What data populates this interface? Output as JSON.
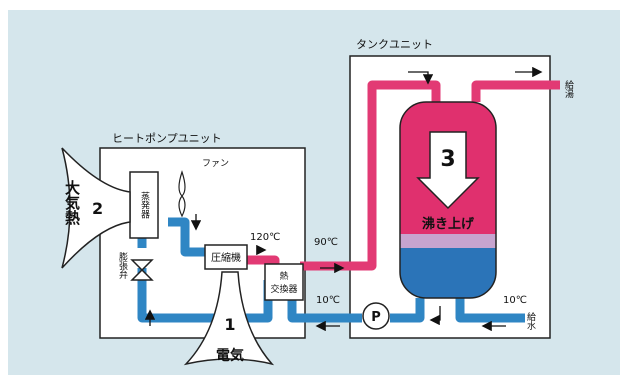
{
  "colors": {
    "frame_bg": "#ffffff",
    "panel_bg": "#d5e6ec",
    "hot_pipe": "#e23a74",
    "cold_pipe": "#2f86c4",
    "tank_hot": "#e0306e",
    "tank_mid": "#c7a4cf",
    "tank_cold": "#2b74b8",
    "outline": "#222222"
  },
  "units": {
    "tank_unit_label": "タンクユニット",
    "heat_pump_unit_label": "ヒートポンプユニット"
  },
  "components": {
    "evaporator": "蒸発器",
    "fan": "ファン",
    "compressor": "圧縮機",
    "heat_exchanger_line1": "熱",
    "heat_exchanger_line2": "交換器",
    "expansion_valve": "膨張弁",
    "pump": "P",
    "hot_water_out": "給湯",
    "water_in": "給水",
    "boil_up": "沸き上げ"
  },
  "labels": {
    "air_heat": "大気熱",
    "air_heat_num": "2",
    "electricity": "電気",
    "electricity_num": "1",
    "tank_num": "3",
    "temp_compressor": "120℃",
    "temp_hot": "90℃",
    "temp_return": "10℃",
    "temp_inlet": "10℃"
  }
}
